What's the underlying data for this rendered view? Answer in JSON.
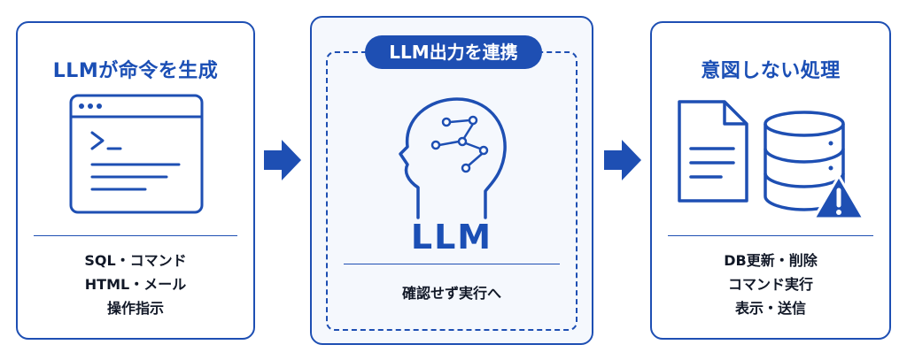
{
  "panels": {
    "left": {
      "title": "LLMが命令を生成",
      "lines": [
        "SQL・コマンド",
        "HTML・メール",
        "操作指示"
      ]
    },
    "middle": {
      "pill": "LLM出力を連携",
      "label": "LLM",
      "caption": "確認せず実行へ"
    },
    "right": {
      "title": "意図しない処理",
      "lines": [
        "DB更新・削除",
        "コマンド実行",
        "表示・送信"
      ]
    }
  },
  "icons": {
    "left": "terminal-window-icon",
    "middle": "brain-network-head-icon",
    "right": [
      "document-icon",
      "database-icon",
      "warning-icon"
    ],
    "arrows": [
      "arrow-right-icon",
      "arrow-right-icon"
    ]
  },
  "colors": {
    "accent": "#1e4fb3",
    "text": "#111827",
    "background": "#ffffff"
  }
}
